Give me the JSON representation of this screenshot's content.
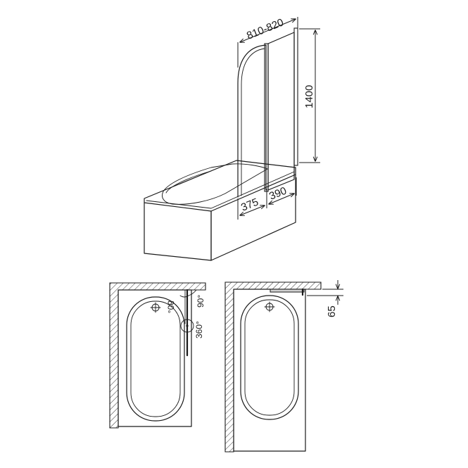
{
  "perspective_view": {
    "dim_total_width": "810-820",
    "dim_height": "1400",
    "dim_fixed_panel": "375",
    "dim_swing_panel": "390"
  },
  "plan_left": {
    "angle_a": "90°",
    "angle_b": "90°",
    "angle_rotation": "360°"
  },
  "plan_right": {
    "dim_offset": "65"
  }
}
